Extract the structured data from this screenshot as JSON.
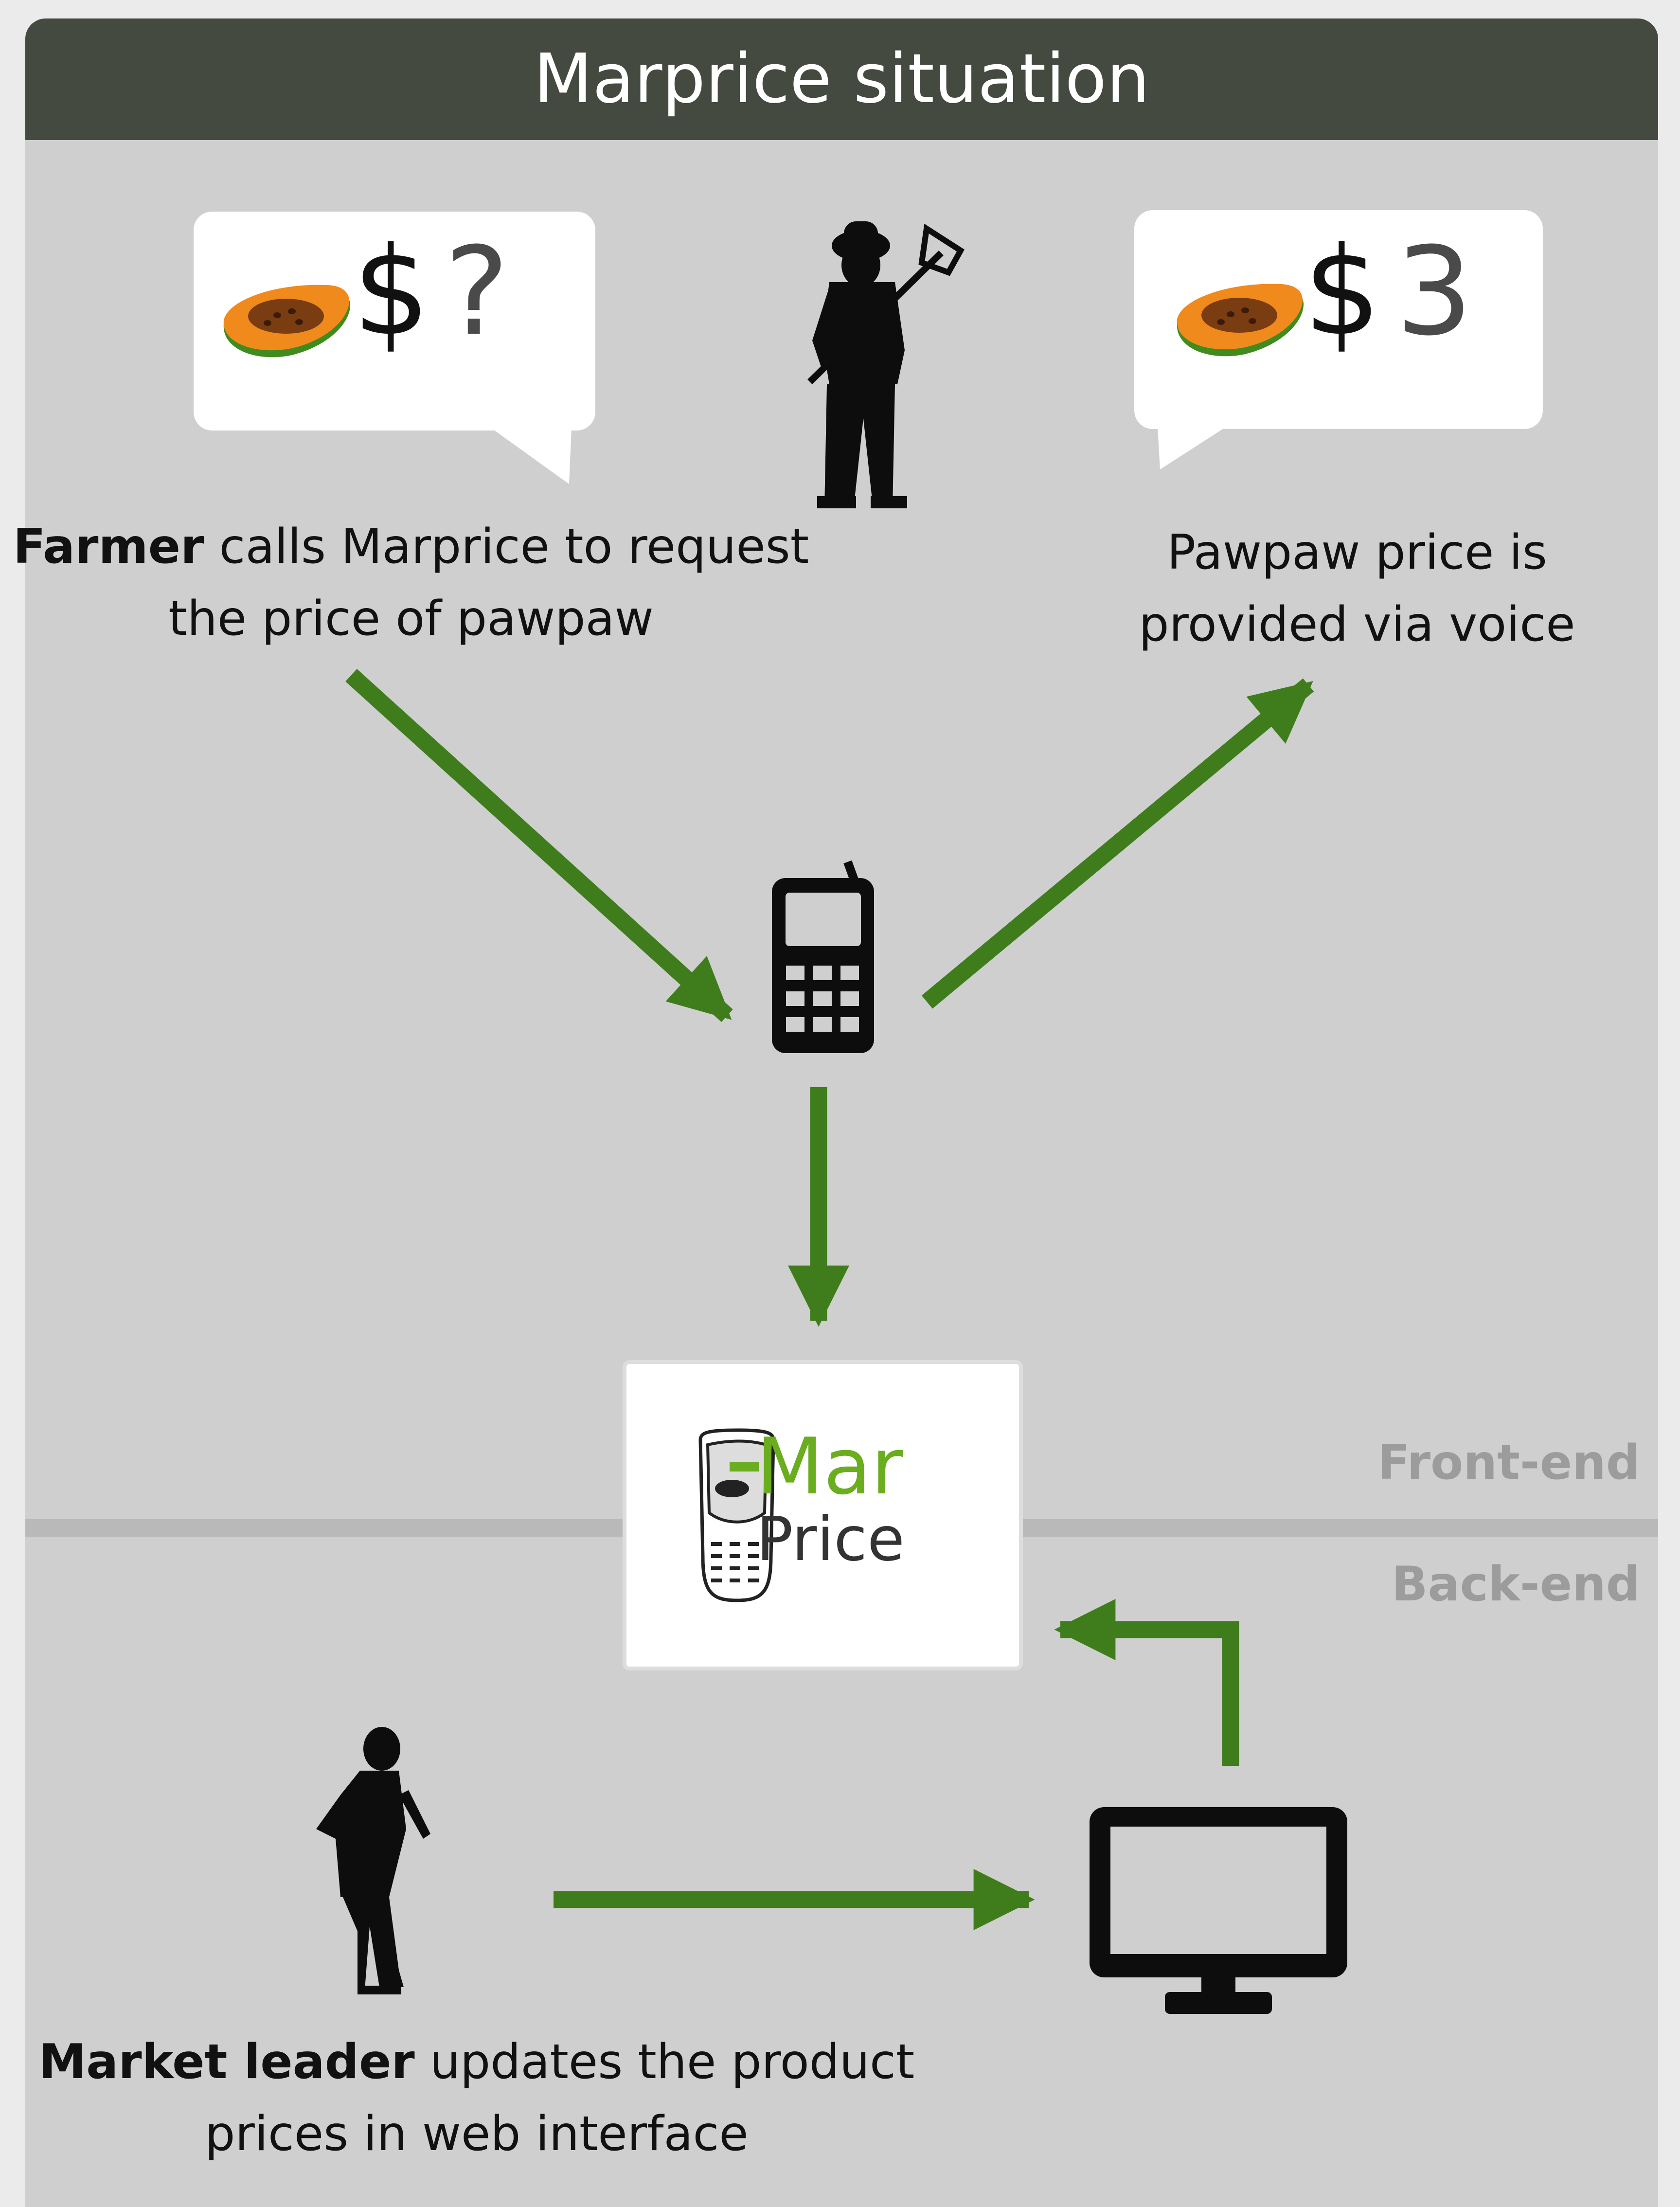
{
  "title": "Marprice situation",
  "bubbles": {
    "question": {
      "currency": "$",
      "value": "?"
    },
    "answer": {
      "currency": "$",
      "value": "3"
    }
  },
  "captions": {
    "farmer_bold": "Farmer",
    "farmer_rest": " calls Marprice to request the price of pawpaw",
    "price": "Pawpaw price is provided via voice",
    "leader_bold": "Market leader",
    "leader_rest": " updates the product prices in web interface"
  },
  "zones": {
    "front": "Front-end",
    "back": "Back-end"
  },
  "logo": {
    "line1": "Mar",
    "line2": "Price"
  },
  "colors": {
    "header": "#454a40",
    "panel": "#cfcfcf",
    "arrow": "#3f7d1c",
    "logo_green": "#6aad1f",
    "zone_label": "#9c9c9c"
  },
  "icons": [
    "papaya-icon",
    "farmer-icon",
    "mobile-phone-icon",
    "marprice-logo-icon",
    "person-silhouette-icon",
    "monitor-icon"
  ]
}
